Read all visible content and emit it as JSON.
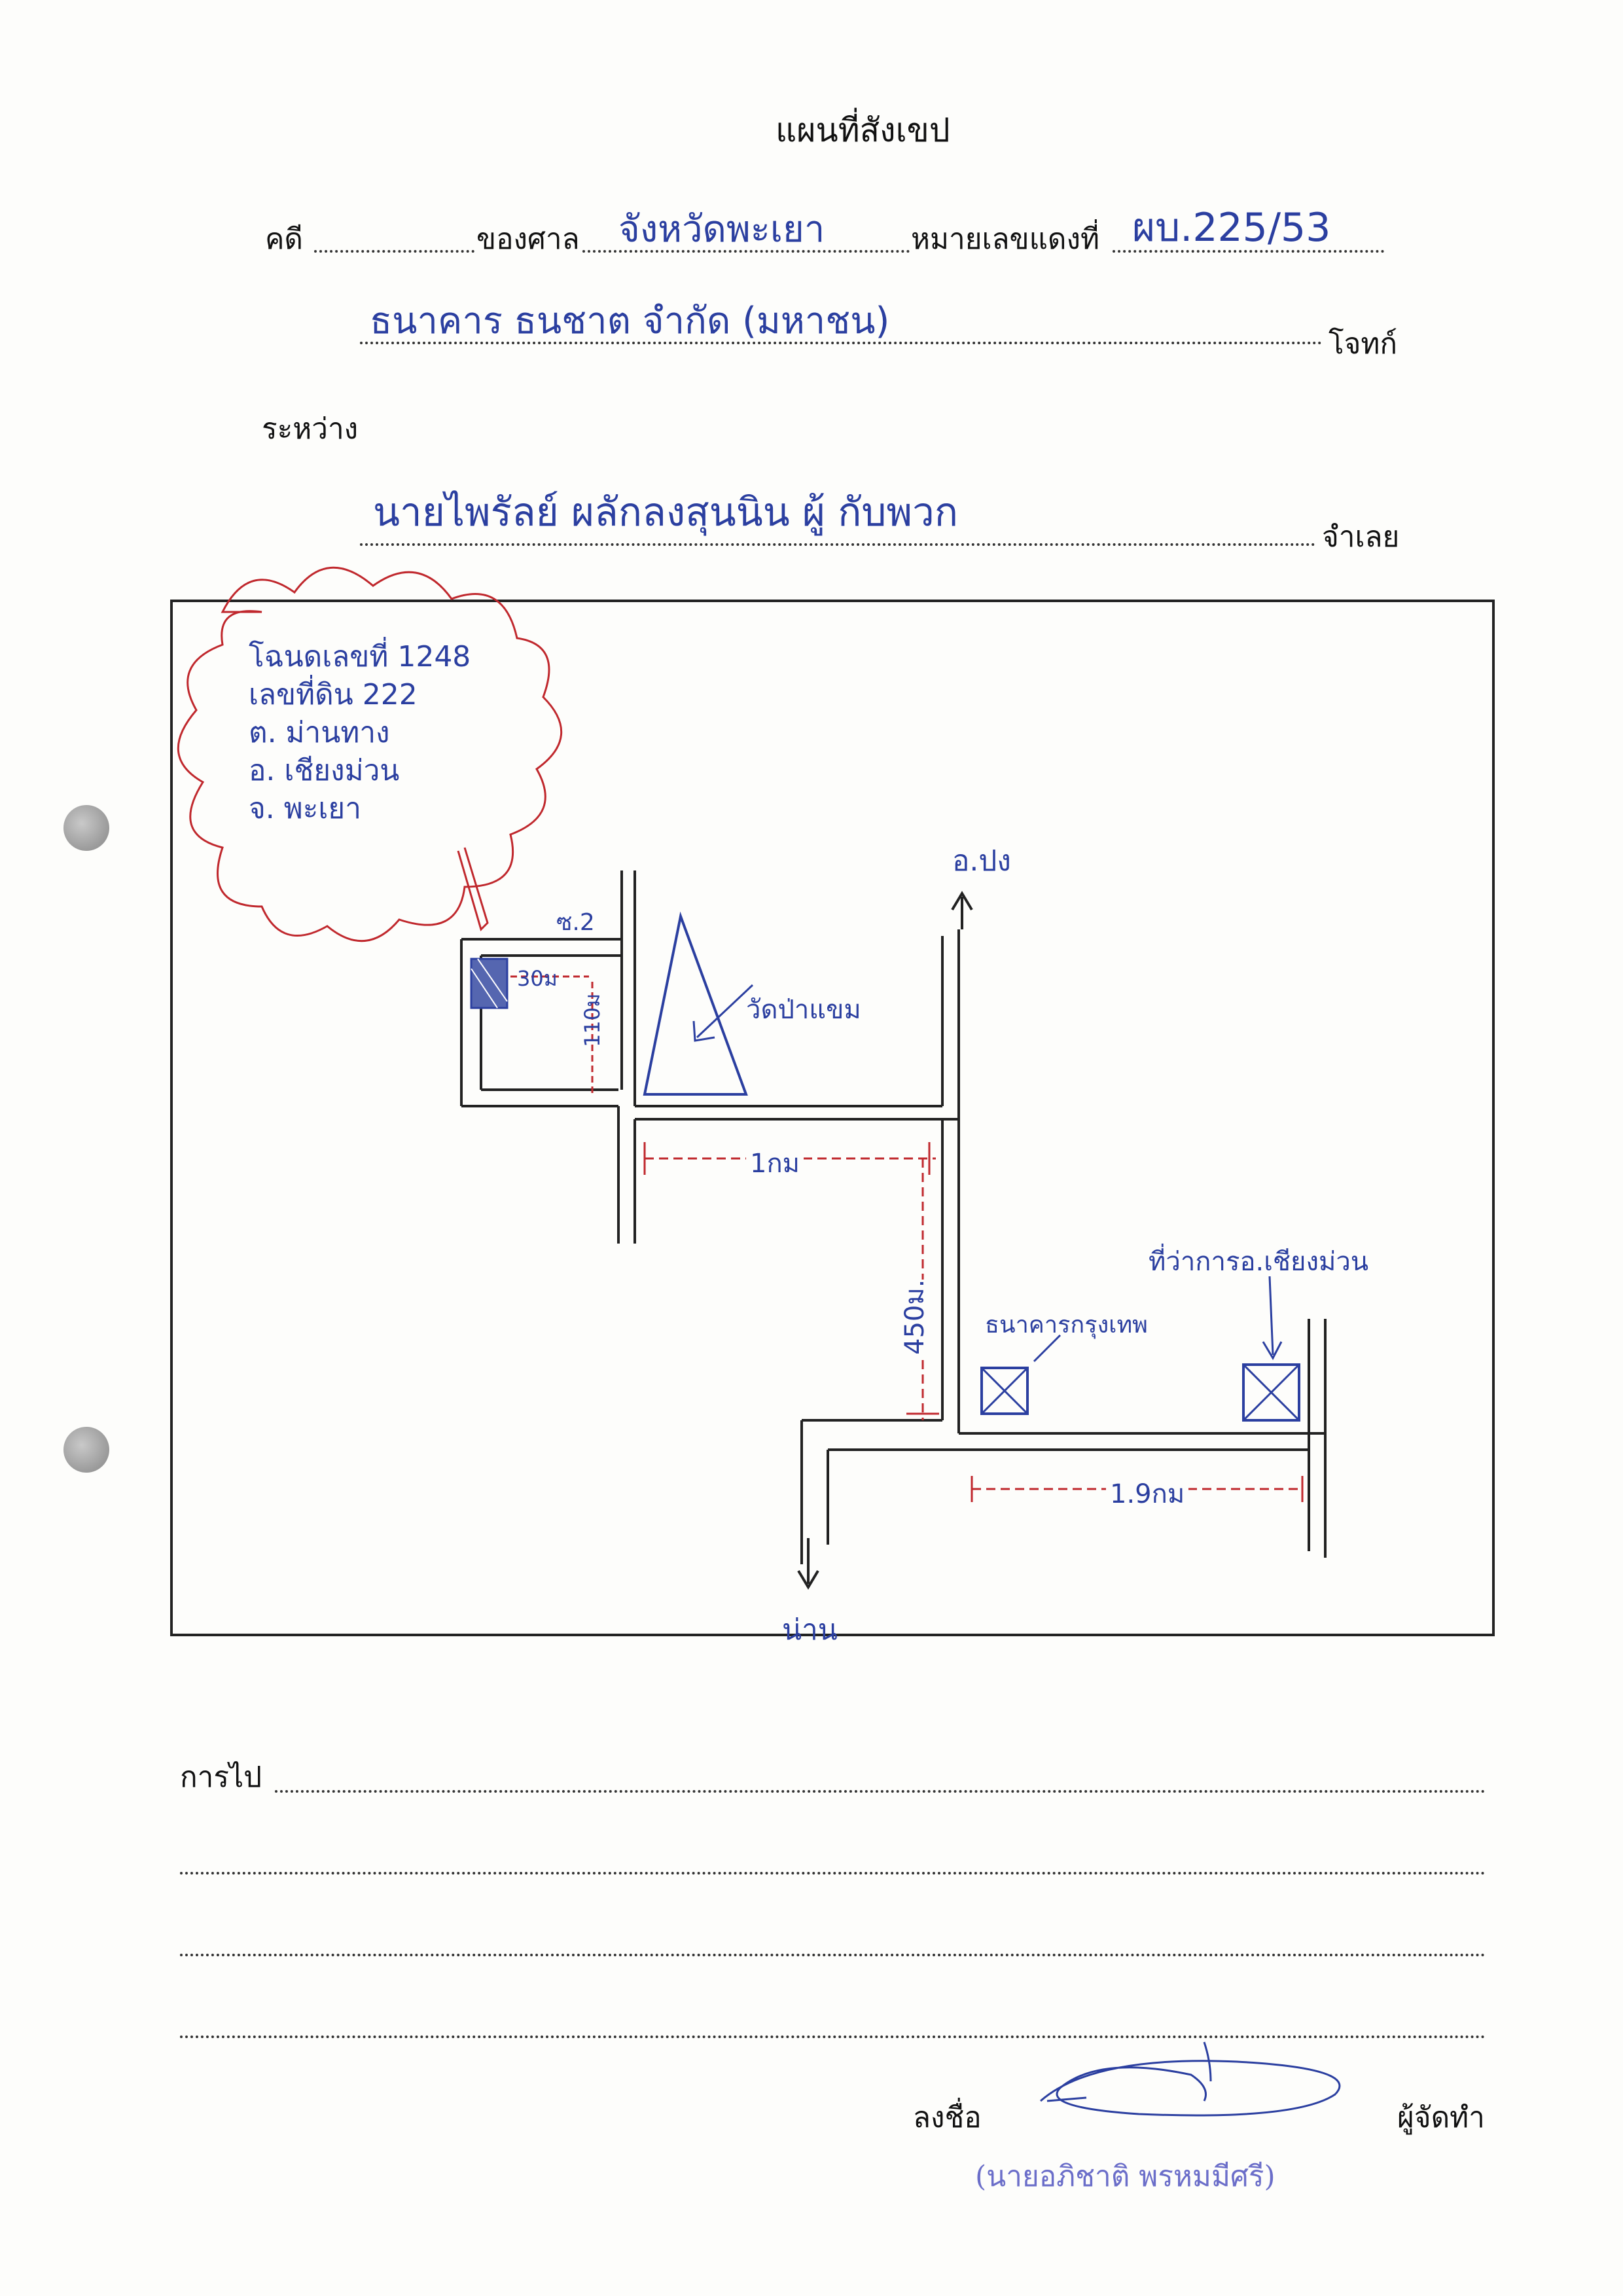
{
  "header": {
    "title": "แผนที่สังเขป",
    "case_label": "คดี",
    "court_label": "ของศาล",
    "court_value": "จังหวัดพะเยา",
    "red_number_label": "หมายเลขแดงที่",
    "red_number_value": "ผบ.225/53",
    "plaintiff_value": "ธนาคาร ธนชาต จำกัด (มหาชน)",
    "plaintiff_label": "โจทก์",
    "between_label": "ระหว่าง",
    "defendant_value": "นายไพรัลย์ ผลักลงสุนนิน ผู้ กับพวก",
    "defendant_label": "จำเลย"
  },
  "map": {
    "note_lines": [
      "โฉนดเลขที่ 1248",
      "เลขที่ดิน 222",
      "ต. ม่านทาง",
      "อ. เชียงม่วน",
      "จ. พะเยา"
    ],
    "soi_label": "ซ.2",
    "width_30m": "30ม",
    "length_110m": "110ม",
    "temple_label": "วัดป่าแขม",
    "north_road_label": "อ.ปง",
    "dist_1km": "1กม",
    "dist_450m": "450ม.",
    "bank_label": "ธนาคารกรุงเทพ",
    "district_office_label": "ที่ว่าการอ.เชียงม่วน",
    "dist_1_9km": "1.9กม",
    "south_road_label": "น่าน"
  },
  "footer": {
    "going_label": "การไป",
    "sign_label": "ลงชื่อ",
    "maker_label": "ผู้จัดทำ",
    "stamp_name": "(นายอภิชาติ พรหมมีศรี)"
  },
  "colors": {
    "ink_blue": "#2b3fa0",
    "ink_red": "#c0282d",
    "stamp_purple": "#6b6ec9",
    "printed_black": "#111111"
  }
}
